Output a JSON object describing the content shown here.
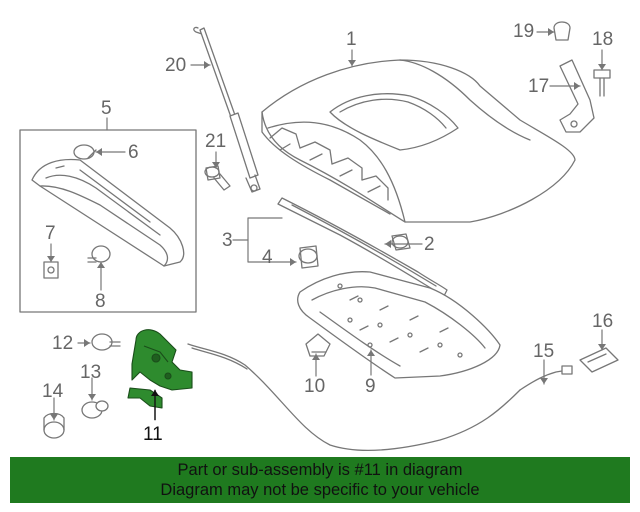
{
  "callouts": {
    "c1": "1",
    "c2": "2",
    "c3": "3",
    "c4": "4",
    "c5": "5",
    "c6": "6",
    "c7": "7",
    "c8": "8",
    "c9": "9",
    "c10": "10",
    "c11": "11",
    "c12": "12",
    "c13": "13",
    "c14": "14",
    "c15": "15",
    "c16": "16",
    "c17": "17",
    "c18": "18",
    "c19": "19",
    "c20": "20",
    "c21": "21"
  },
  "banner": {
    "line1": "Part or sub-assembly is #11 in diagram",
    "line2": "Diagram may not be specific to your vehicle"
  },
  "colors": {
    "line": "#777777",
    "highlight_part": "#2e8b2e",
    "banner_bg": "#1f7a1f"
  }
}
